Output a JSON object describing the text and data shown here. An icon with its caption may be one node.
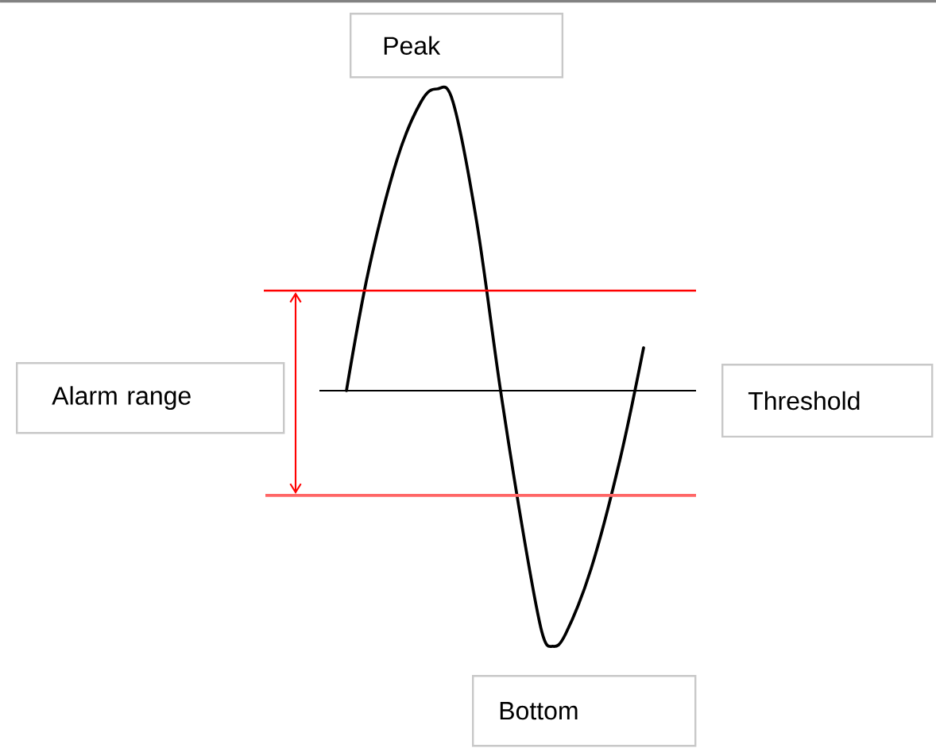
{
  "diagram": {
    "nodes": [
      {
        "text": [
          "Peak"
        ]
      },
      {
        "text": [
          "Alarm range"
        ]
      },
      {
        "text": [
          "Threshold"
        ]
      },
      {
        "text": [
          "Bottom"
        ]
      }
    ]
  }
}
